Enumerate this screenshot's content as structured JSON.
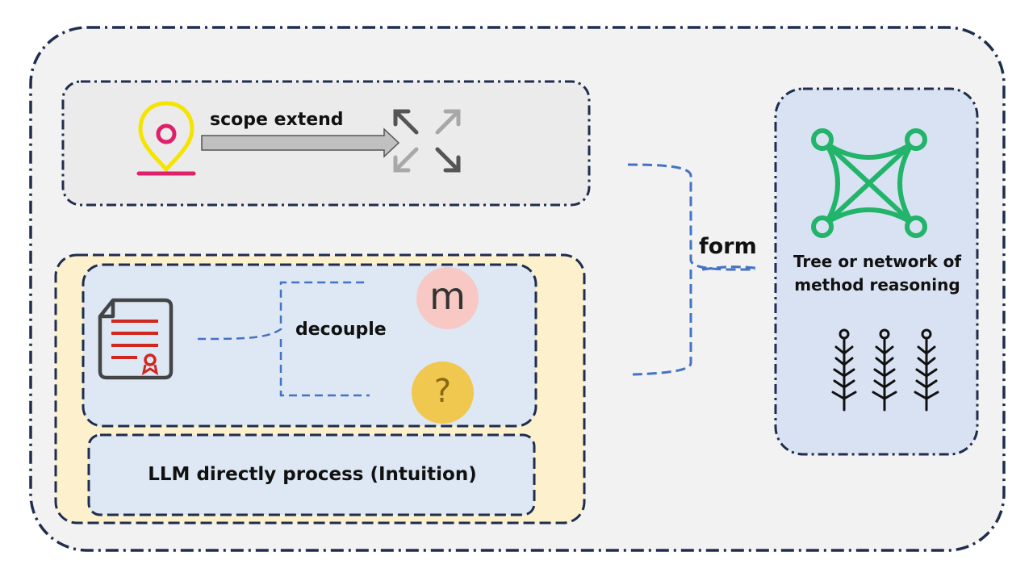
{
  "labels": {
    "scope_extend": "scope extend",
    "decouple": "decouple",
    "form": "form",
    "llm_direct": "LLM directly process (Intuition)",
    "tree_network": "Tree or network of method reasoning"
  },
  "circles": {
    "m_letter": "m",
    "question_mark": "?"
  },
  "icons": {
    "location": "location-pin-icon",
    "expand": "expand-arrows-icon",
    "document": "certificate-document-icon",
    "network": "network-node-icon",
    "trees": "branch-tree-icon"
  },
  "colors": {
    "outer_bg": "#f2f2f2",
    "border": "#1f2d4e",
    "top_box_bg": "#ebebeb",
    "yellow_bg": "#fdf0cc",
    "blue_box_bg": "#dde8f4",
    "right_box_bg": "#d8e2f2",
    "connector": "#4472c4",
    "network_green": "#22b46a",
    "pin_yellow": "#f5e400",
    "pin_pink": "#e0206a",
    "doc_red": "#d0281e"
  }
}
